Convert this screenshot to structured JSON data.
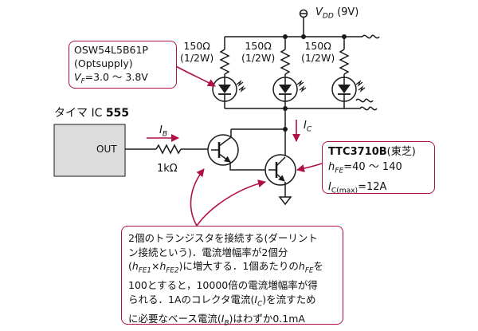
{
  "supply": {
    "label_main": "V",
    "label_sub": "DD",
    "value": "(9V)"
  },
  "resistors": [
    {
      "value": "150Ω",
      "rating": "(1/2W)"
    },
    {
      "value": "150Ω",
      "rating": "(1/2W)"
    },
    {
      "value": "150Ω",
      "rating": "(1/2W)"
    }
  ],
  "led_info": {
    "part": "OSW54L5B61P",
    "maker": "(Optsupply)",
    "vf_main": "V",
    "vf_sub": "F",
    "vf_text": "=3.0 ～ 3.8V"
  },
  "timer": {
    "title_prefix": "タイマ IC",
    "title_num": "555",
    "out_label": "OUT"
  },
  "base_resistor": "1kΩ",
  "currents": {
    "ib_main": "I",
    "ib_sub": "B",
    "ic_main": "I",
    "ic_sub": "C"
  },
  "transistor_info": {
    "part": "TTC3710B",
    "maker": "(東芝)",
    "hfe_main": "h",
    "hfe_sub": "FE",
    "hfe_text": "=40 ～ 140",
    "icmax_main": "I",
    "icmax_sub": "C(max)",
    "icmax_text": "=12A"
  },
  "note": {
    "l1": "2個のトランジスタを接続する(ダーリント",
    "l2": "ン接続という)．電流増幅率が2個分",
    "l3_a": "(",
    "l3_h1": "h",
    "l3_h1sub": "FE1",
    "l3_x": "×",
    "l3_h2": "h",
    "l3_h2sub": "FE2",
    "l3_b": ")に増大する．1個あたりの",
    "l3_h3": "h",
    "l3_h3sub": "FE",
    "l3_c": "を",
    "l4": "100とすると，10000倍の電流増幅率が得",
    "l5_a": "られる．1Aのコレクタ電流(",
    "l5_i": "I",
    "l5_isub": "C",
    "l5_b": ")を流すため",
    "l6_a": "に必要なベース電流(",
    "l6_i": "I",
    "l6_isub": "B",
    "l6_b": ")はわずか0.1mA"
  },
  "colors": {
    "wire": "#1a1a1a",
    "accent": "#b0104a",
    "timer_fill": "#dcdcdc"
  }
}
